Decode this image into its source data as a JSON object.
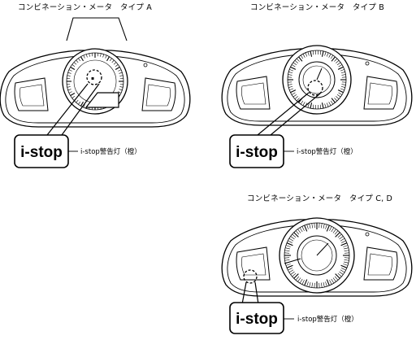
{
  "diagram": {
    "panel_a": {
      "title": "コンビネーション・メータ　タイプ A",
      "box_label": "i-stop",
      "warning_label": "i-stop警告灯（橙）"
    },
    "panel_b": {
      "title": "コンビネーション・メータ　タイプ B",
      "box_label": "i-stop",
      "warning_label": "i-stop警告灯（橙）"
    },
    "panel_cd": {
      "title": "コンビネーション・メータ　タイプ C, D",
      "box_label": "i-stop",
      "warning_label": "i-stop警告灯（橙）"
    }
  },
  "colors": {
    "line": "#000000",
    "background": "#ffffff"
  }
}
